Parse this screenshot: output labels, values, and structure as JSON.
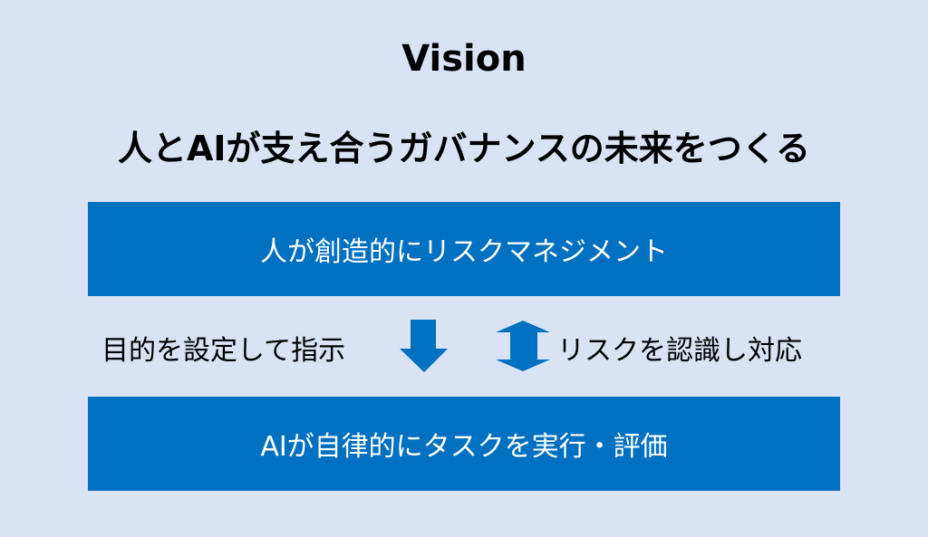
{
  "title": "Vision",
  "subtitle": "人とAIが支え合うガバナンスの未来をつくる",
  "top_box": "人が創造的にリスクマネジメント",
  "bottom_box": "AIが自律的にタスクを実行・評価",
  "left_label": "目的を設定して指示",
  "right_label": "リスクを認識し対応",
  "colors": {
    "background": "#dae3f3",
    "accent": "#0070c0"
  }
}
